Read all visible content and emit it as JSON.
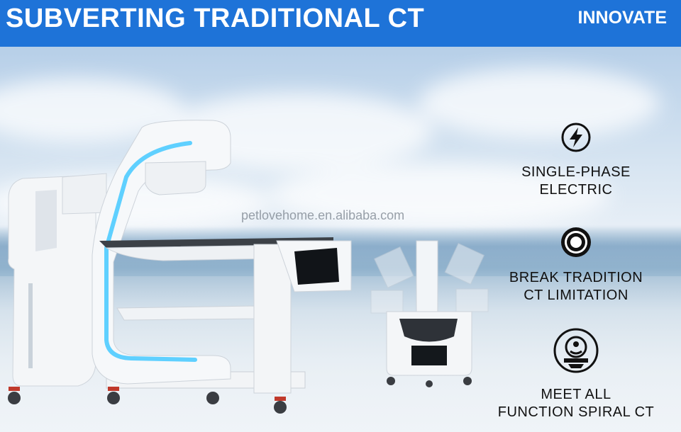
{
  "header": {
    "title": "SUBVERTING TRADITIONAL CT",
    "tag": "INNOVATE"
  },
  "watermark": "petlovehome.en.alibaba.com",
  "features": [
    {
      "icon": "lightning-icon",
      "line1": "SINGLE-PHASE",
      "line2": "ELECTRIC"
    },
    {
      "icon": "ring-icon",
      "line1": "BREAK TRADITION",
      "line2": "CT LIMITATION"
    },
    {
      "icon": "spiral-ct-scanner-icon",
      "line1": "MEET ALL",
      "line2": "FUNCTION SPIRAL CT"
    }
  ],
  "colors": {
    "header": "#1e73d8",
    "accent_light": "#5fd0ff"
  }
}
